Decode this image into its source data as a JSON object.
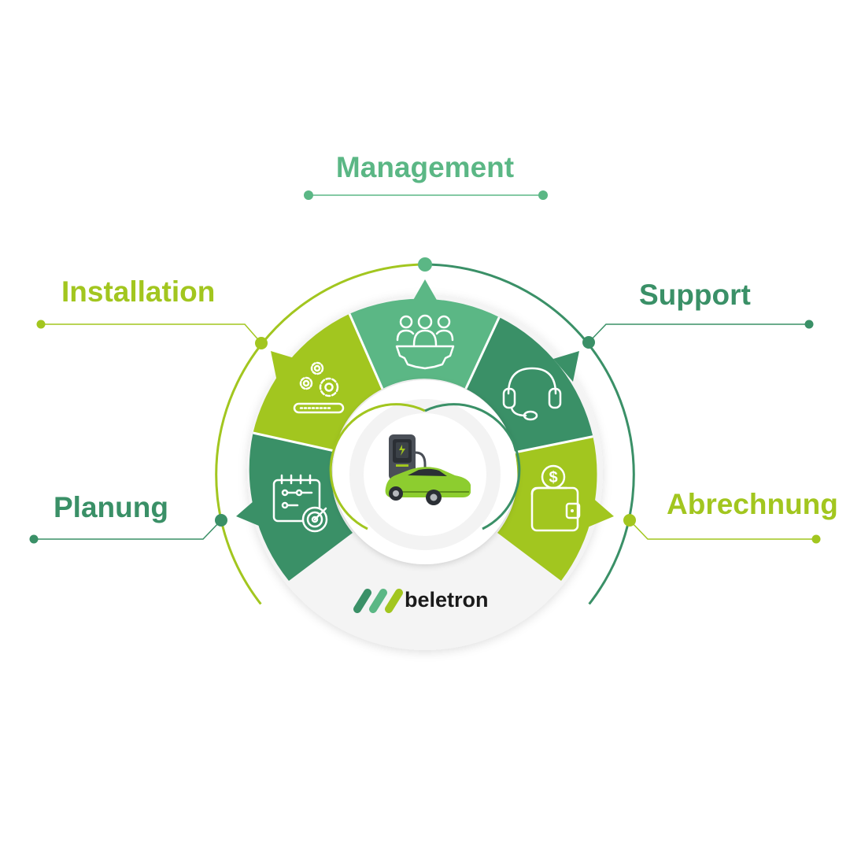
{
  "diagram": {
    "segments": [
      {
        "id": "management",
        "label": "Management",
        "icon": "team-meeting-gear-icon",
        "color": "#5bb785"
      },
      {
        "id": "support",
        "label": "Support",
        "icon": "headset-icon",
        "color": "#3a9067"
      },
      {
        "id": "abrechnung",
        "label": "Abrechnung",
        "icon": "wallet-dollar-icon",
        "color": "#a2c61f"
      },
      {
        "id": "planung",
        "label": "Planung",
        "icon": "plan-target-icon",
        "color": "#3a9067"
      },
      {
        "id": "installation",
        "label": "Installation",
        "icon": "gears-progress-icon",
        "color": "#a2c61f"
      }
    ],
    "center_icon": "ev-charging-car-icon",
    "brand": {
      "name": "beletron",
      "logo": "beletron-logo-icon"
    }
  },
  "colors": {
    "lime": "#a2c61f",
    "light_green": "#5bb785",
    "dark_green": "#3a9067",
    "brand_text": "#1a1a1a",
    "ring_bg": "#f2f2f2"
  }
}
